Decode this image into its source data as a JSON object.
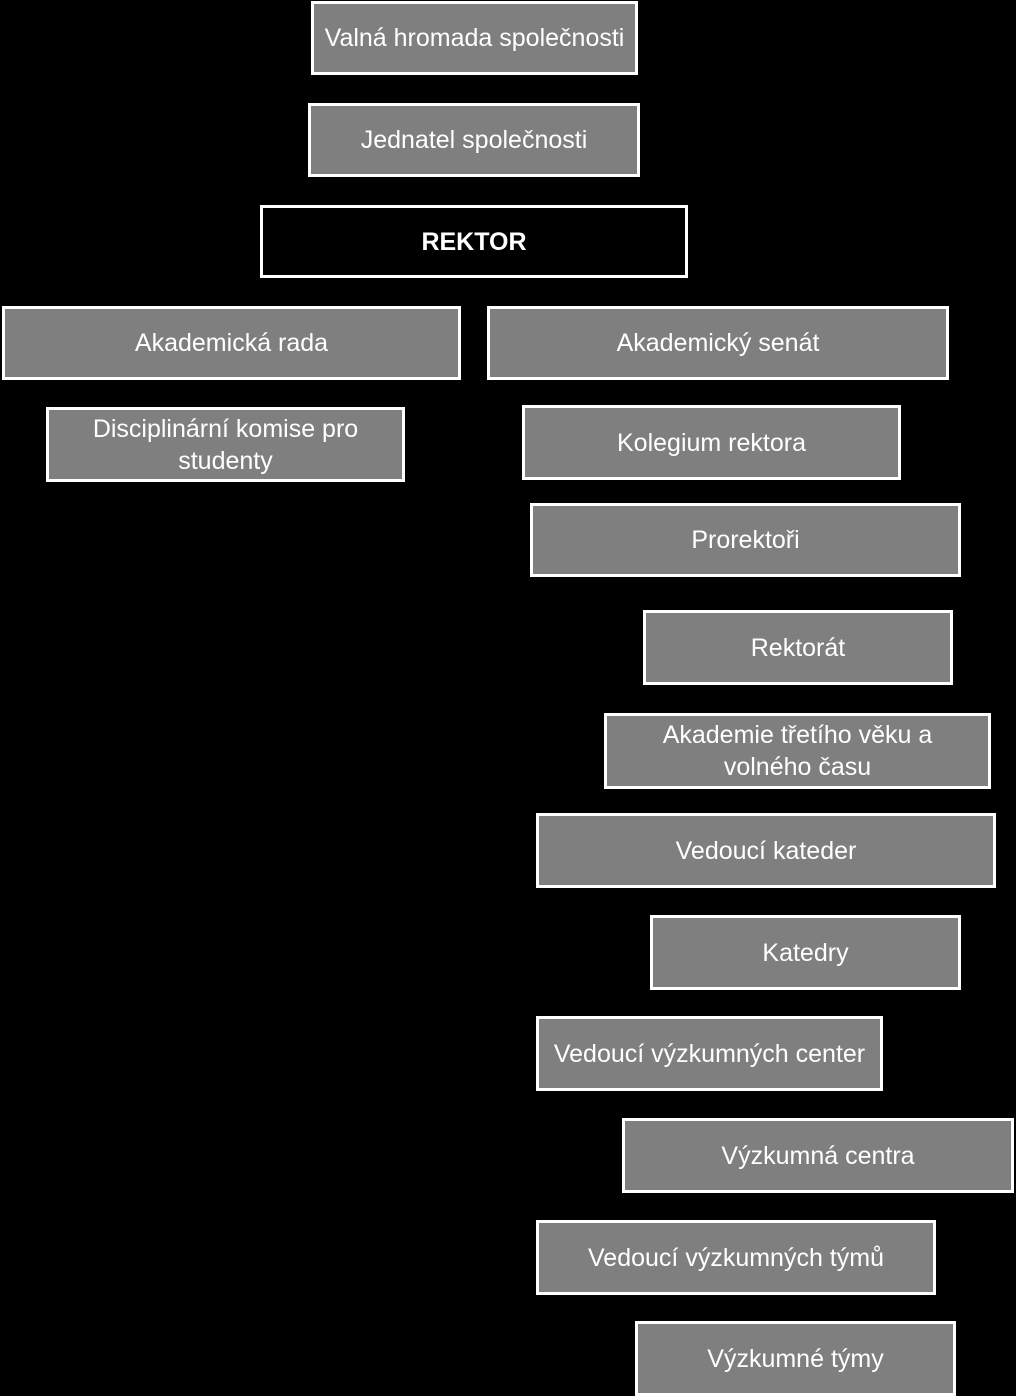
{
  "diagram": {
    "nodes": {
      "valna_hromada": "Valná hromada společnosti",
      "jednatel": "Jednatel společnosti",
      "rektor": "REKTOR",
      "akademicka_rada": "Akademická rada",
      "akademicky_senat": "Akademický senát",
      "disciplinarni_komise": "Disciplinární komise pro\nstudenty",
      "kolegium_rektora": "Kolegium rektora",
      "prorektori": "Prorektoři",
      "rektorat": "Rektorát",
      "akademie": "Akademie třetího věku a\nvolného času",
      "vedouci_kateder": "Vedoucí kateder",
      "katedry": "Katedry",
      "vedouci_vyzkumnych_center": "Vedoucí výzkumných center",
      "vyzkumna_centra": "Výzkumná centra",
      "vedouci_vyzkumnych_tymu": "Vedoucí výzkumných týmů",
      "vyzkumne_tymy": "Výzkumné týmy"
    },
    "colors": {
      "background": "#000000",
      "box_fill": "#7f7f7f",
      "box_border": "#ffffff",
      "text": "#ffffff"
    }
  }
}
